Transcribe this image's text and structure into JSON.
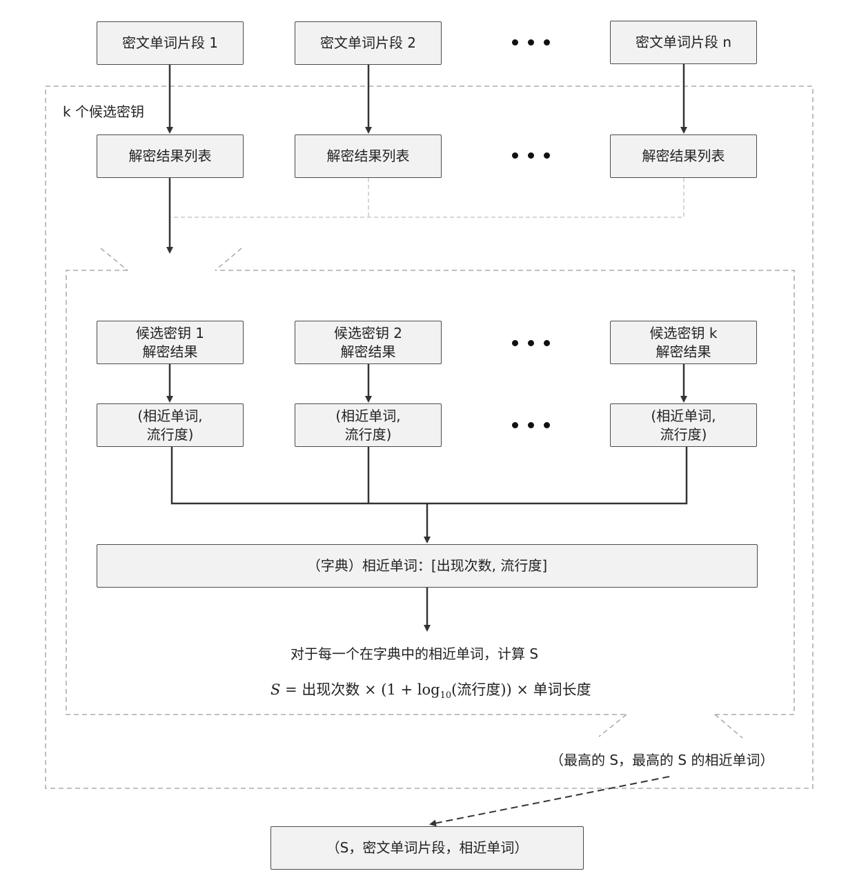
{
  "cipher_segments": [
    "密文单词片段 1",
    "密文单词片段 2",
    "密文单词片段 n"
  ],
  "outer_group_label": "k 个候选密钥",
  "decrypt_list_label": "解密结果列表",
  "candidate_results": [
    {
      "line1": "候选密钥 1",
      "line2": "解密结果"
    },
    {
      "line1": "候选密钥 2",
      "line2": "解密结果"
    },
    {
      "line1": "候选密钥 k",
      "line2": "解密结果"
    }
  ],
  "pair_box": {
    "line1": "(相近单词,",
    "line2": "流行度)"
  },
  "dictionary_label": "（字典）相近单词：[出现次数, 流行度]",
  "compute_label": "对于每一个在字典中的相近单词，计算 S",
  "formula": {
    "lhs": "S",
    "eq": " = 出现次数 × (1 + log",
    "sub": "10",
    "rest": "(流行度)) × 单词长度"
  },
  "best_label": "（最高的 S，最高的 S 的相近单词）",
  "output_label": "（S，密文单词片段，相近单词）"
}
